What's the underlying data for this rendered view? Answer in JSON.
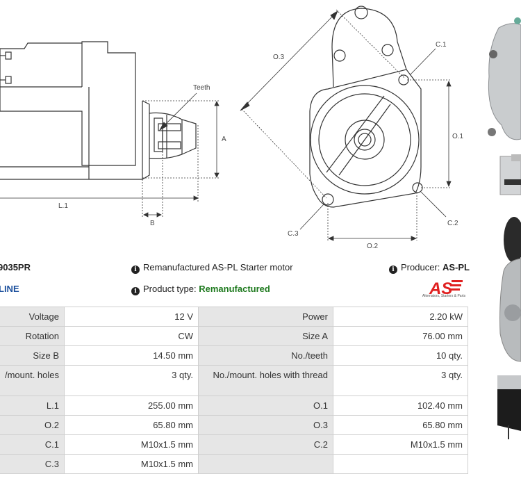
{
  "drawings": {
    "side_view": {
      "teeth_label": "Teeth",
      "a_label": "A",
      "l1_label": "L.1",
      "b_label": "B"
    },
    "front_view": {
      "o1_label": "O.1",
      "o2_label": "O.2",
      "o3_label": "O.3",
      "c1_label": "C.1",
      "c2_label": "C.2",
      "c3_label": "C.3"
    }
  },
  "product": {
    "code": "9035PR",
    "brand": "LINE",
    "description": "Remanufactured AS-PL Starter motor",
    "producer_label": "Producer:",
    "producer": "AS-PL",
    "type_label": "Product type:",
    "type": "Remanufactured",
    "logo_text": "AS",
    "logo_subtext": "Alternators, Starters & Parts",
    "info_icon": "info-circle-icon"
  },
  "specs": [
    {
      "l1": "Voltage",
      "v1": "12 V",
      "l2": "Power",
      "v2": "2.20 kW"
    },
    {
      "l1": "Rotation",
      "v1": "CW",
      "l2": "Size A",
      "v2": "76.00 mm"
    },
    {
      "l1": "Size B",
      "v1": "14.50 mm",
      "l2": "No./teeth",
      "v2": "10 qty."
    },
    {
      "l1": "/mount. holes",
      "v1": "3 qty.",
      "l2": "No./mount. holes with thread",
      "v2": "3 qty."
    },
    {
      "l1": "L.1",
      "v1": "255.00 mm",
      "l2": "O.1",
      "v2": "102.40 mm"
    },
    {
      "l1": "O.2",
      "v1": "65.80 mm",
      "l2": "O.3",
      "v2": "65.80 mm"
    },
    {
      "l1": "C.1",
      "v1": "M10x1.5 mm",
      "l2": "C.2",
      "v2": "M10x1.5 mm"
    },
    {
      "l1": "C.3",
      "v1": "M10x1.5 mm",
      "l2": "",
      "v2": ""
    }
  ],
  "colors": {
    "brand_blue": "#1b4f9c",
    "type_green": "#1f7a1f",
    "logo_red": "#e02020",
    "label_bg": "#e6e6e6",
    "border": "#cfcfcf"
  }
}
